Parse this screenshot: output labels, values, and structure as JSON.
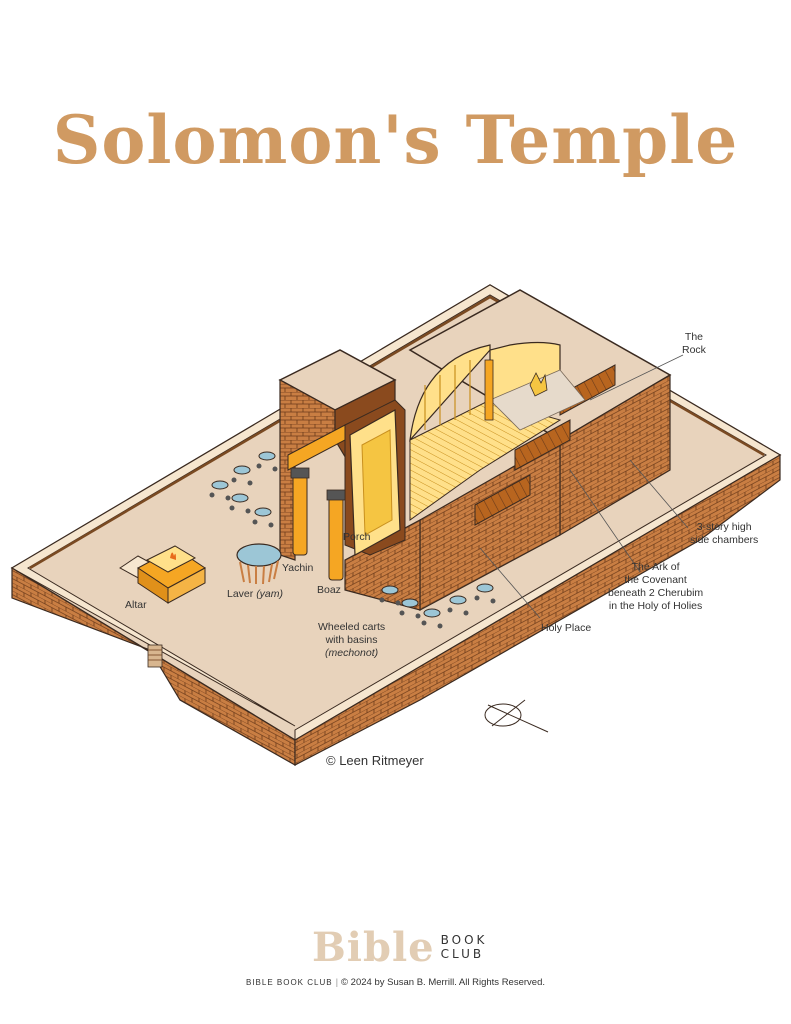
{
  "title": "Solomon's Temple",
  "colors": {
    "title": "#D09A62",
    "ground": "#E8D3BC",
    "wall_top": "#F6E6CF",
    "brick": "#C97E43",
    "brick_dark": "#A9632E",
    "gold": "#F5A623",
    "gold_light": "#FFE08A",
    "interior_dark": "#8A4A1E",
    "water": "#9CC6D6",
    "outline": "#3A2A20"
  },
  "labels": {
    "the_rock": [
      "The",
      "Rock"
    ],
    "side_chambers": [
      "3-story high",
      "side chambers"
    ],
    "ark": [
      "The Ark of",
      "the Covenant",
      "beneath 2 Cherubim",
      "in the Holy of Holies"
    ],
    "holy_place": "Holy Place",
    "porch": "Porch",
    "yachin": "Yachin",
    "boaz": "Boaz",
    "altar": "Altar",
    "laver": "Laver",
    "laver_hebrew": "(yam)",
    "carts": [
      "Wheeled carts",
      "with basins"
    ],
    "carts_hebrew": "(mechonot)"
  },
  "credit": "© Leen Ritmeyer",
  "compass": "north-arrow-compass",
  "footer": {
    "logo_main": "Bible",
    "logo_sub_1": "BOOK",
    "logo_sub_2": "CLUB",
    "brand": "BIBLE BOOK CLUB",
    "copyright": "© 2024 by Susan B. Merrill. All Rights Reserved."
  }
}
